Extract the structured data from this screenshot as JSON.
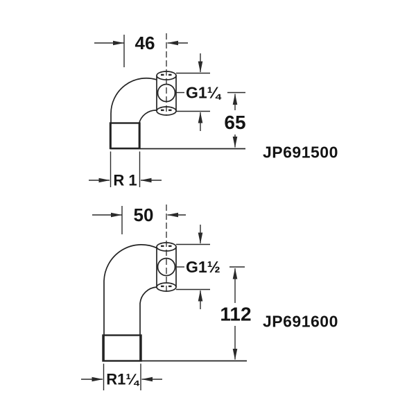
{
  "drawing": {
    "background_color": "#ffffff",
    "ink_color": "#232323",
    "description": "Technical dimension drawing of two 90-degree pipe elbow fittings with threaded connections",
    "figures": [
      {
        "part_number": "JP691500",
        "width_dim": "46",
        "side_thread": "G1¼",
        "height_dim": "65",
        "bottom_thread": "R 1"
      },
      {
        "part_number": "JP691600",
        "width_dim": "50",
        "side_thread": "G1½",
        "height_dim": "112",
        "bottom_thread": "R1¼"
      }
    ]
  }
}
